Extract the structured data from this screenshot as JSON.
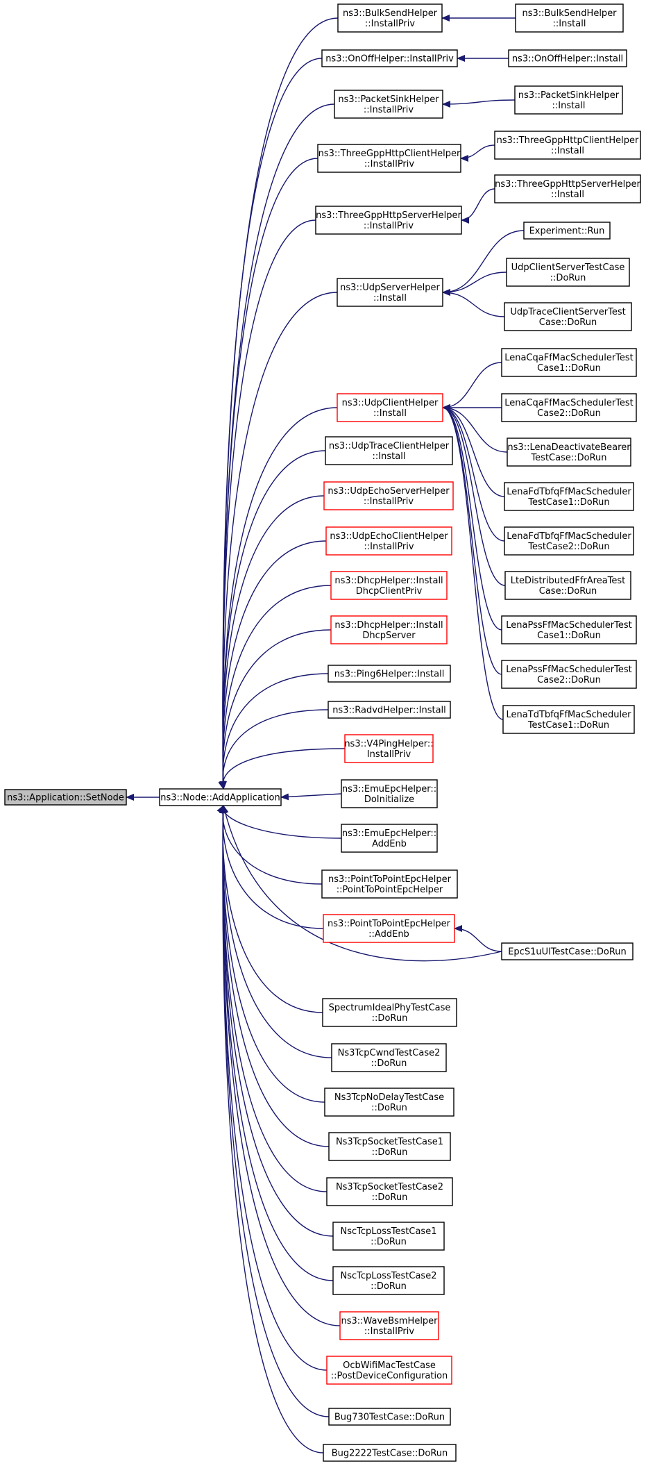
{
  "colors": {
    "edge": "#191970",
    "border_normal": "#000000",
    "border_truncated": "#ff0000",
    "focus_fill": "#bfbfbf",
    "fill": "#ffffff"
  },
  "graph": {
    "type": "call-graph",
    "direction": "right-to-left caller graph",
    "nodes": [
      {
        "id": "setnode",
        "lines": [
          "ns3::Application::SetNode"
        ],
        "focus": true
      },
      {
        "id": "addapp",
        "lines": [
          "ns3::Node::AddApplication"
        ]
      },
      {
        "id": "bulkpriv",
        "lines": [
          "ns3::BulkSendHelper",
          "::InstallPriv"
        ]
      },
      {
        "id": "bulkinst",
        "lines": [
          "ns3::BulkSendHelper",
          "::Install"
        ]
      },
      {
        "id": "onoffpriv",
        "lines": [
          "ns3::OnOffHelper::InstallPriv"
        ]
      },
      {
        "id": "onoffinst",
        "lines": [
          "ns3::OnOffHelper::Install"
        ]
      },
      {
        "id": "sinkpriv",
        "lines": [
          "ns3::PacketSinkHelper",
          "::InstallPriv"
        ]
      },
      {
        "id": "sinkinst",
        "lines": [
          "ns3::PacketSinkHelper",
          "::Install"
        ]
      },
      {
        "id": "httpclpriv",
        "lines": [
          "ns3::ThreeGppHttpClientHelper",
          "::InstallPriv"
        ]
      },
      {
        "id": "httpclinst",
        "lines": [
          "ns3::ThreeGppHttpClientHelper",
          "::Install"
        ]
      },
      {
        "id": "httpsvpriv",
        "lines": [
          "ns3::ThreeGppHttpServerHelper",
          "::InstallPriv"
        ]
      },
      {
        "id": "httpsvinst",
        "lines": [
          "ns3::ThreeGppHttpServerHelper",
          "::Install"
        ]
      },
      {
        "id": "udpserv",
        "lines": [
          "ns3::UdpServerHelper",
          "::Install"
        ]
      },
      {
        "id": "exprun",
        "lines": [
          "Experiment::Run"
        ]
      },
      {
        "id": "udpcstest",
        "lines": [
          "UdpClientServerTestCase",
          "::DoRun"
        ]
      },
      {
        "id": "udptracecs",
        "lines": [
          "UdpTraceClientServerTest",
          "Case::DoRun"
        ]
      },
      {
        "id": "udpclient",
        "lines": [
          "ns3::UdpClientHelper",
          "::Install"
        ],
        "truncated": true
      },
      {
        "id": "cqa1",
        "lines": [
          "LenaCqaFfMacSchedulerTest",
          "Case1::DoRun"
        ]
      },
      {
        "id": "cqa2",
        "lines": [
          "LenaCqaFfMacSchedulerTest",
          "Case2::DoRun"
        ]
      },
      {
        "id": "deact",
        "lines": [
          "ns3::LenaDeactivateBearer",
          "TestCase::DoRun"
        ]
      },
      {
        "id": "fdtbfq1",
        "lines": [
          "LenaFdTbfqFfMacScheduler",
          "TestCase1::DoRun"
        ]
      },
      {
        "id": "fdtbfq2",
        "lines": [
          "LenaFdTbfqFfMacScheduler",
          "TestCase2::DoRun"
        ]
      },
      {
        "id": "ffrarea",
        "lines": [
          "LteDistributedFfrAreaTest",
          "Case::DoRun"
        ]
      },
      {
        "id": "pss1",
        "lines": [
          "LenaPssFfMacSchedulerTest",
          "Case1::DoRun"
        ]
      },
      {
        "id": "pss2",
        "lines": [
          "LenaPssFfMacSchedulerTest",
          "Case2::DoRun"
        ]
      },
      {
        "id": "tdtbfq1",
        "lines": [
          "LenaTdTbfqFfMacScheduler",
          "TestCase1::DoRun"
        ]
      },
      {
        "id": "udptrace",
        "lines": [
          "ns3::UdpTraceClientHelper",
          "::Install"
        ]
      },
      {
        "id": "echoserv",
        "lines": [
          "ns3::UdpEchoServerHelper",
          "::InstallPriv"
        ],
        "truncated": true
      },
      {
        "id": "echocli",
        "lines": [
          "ns3::UdpEchoClientHelper",
          "::InstallPriv"
        ],
        "truncated": true
      },
      {
        "id": "dhcpcli",
        "lines": [
          "ns3::DhcpHelper::Install",
          "DhcpClientPriv"
        ],
        "truncated": true
      },
      {
        "id": "dhcpsrv",
        "lines": [
          "ns3::DhcpHelper::Install",
          "DhcpServer"
        ],
        "truncated": true
      },
      {
        "id": "ping6",
        "lines": [
          "ns3::Ping6Helper::Install"
        ]
      },
      {
        "id": "radvd",
        "lines": [
          "ns3::RadvdHelper::Install"
        ]
      },
      {
        "id": "v4ping",
        "lines": [
          "ns3::V4PingHelper::",
          "InstallPriv"
        ],
        "truncated": true
      },
      {
        "id": "emuinit",
        "lines": [
          "ns3::EmuEpcHelper::",
          "DoInitialize"
        ]
      },
      {
        "id": "emuenb",
        "lines": [
          "ns3::EmuEpcHelper::",
          "AddEnb"
        ]
      },
      {
        "id": "p2pctor",
        "lines": [
          "ns3::PointToPointEpcHelper",
          "::PointToPointEpcHelper"
        ]
      },
      {
        "id": "p2penb",
        "lines": [
          "ns3::PointToPointEpcHelper",
          "::AddEnb"
        ],
        "truncated": true
      },
      {
        "id": "epcs1u",
        "lines": [
          "EpcS1uUlTestCase::DoRun"
        ]
      },
      {
        "id": "specideal",
        "lines": [
          "SpectrumIdealPhyTestCase",
          "::DoRun"
        ]
      },
      {
        "id": "cwnd2",
        "lines": [
          "Ns3TcpCwndTestCase2",
          "::DoRun"
        ]
      },
      {
        "id": "nodelay",
        "lines": [
          "Ns3TcpNoDelayTestCase",
          "::DoRun"
        ]
      },
      {
        "id": "sock1",
        "lines": [
          "Ns3TcpSocketTestCase1",
          "::DoRun"
        ]
      },
      {
        "id": "sock2",
        "lines": [
          "Ns3TcpSocketTestCase2",
          "::DoRun"
        ]
      },
      {
        "id": "nsc1",
        "lines": [
          "NscTcpLossTestCase1",
          "::DoRun"
        ]
      },
      {
        "id": "nsc2",
        "lines": [
          "NscTcpLossTestCase2",
          "::DoRun"
        ]
      },
      {
        "id": "wavebsm",
        "lines": [
          "ns3::WaveBsmHelper",
          "::InstallPriv"
        ],
        "truncated": true
      },
      {
        "id": "ocb",
        "lines": [
          "OcbWifiMacTestCase",
          "::PostDeviceConfiguration"
        ],
        "truncated": true
      },
      {
        "id": "bug730",
        "lines": [
          "Bug730TestCase::DoRun"
        ]
      },
      {
        "id": "bug2222",
        "lines": [
          "Bug2222TestCase::DoRun"
        ]
      }
    ],
    "edges": [
      [
        "addapp",
        "setnode"
      ],
      [
        "bulkpriv",
        "addapp"
      ],
      [
        "onoffpriv",
        "addapp"
      ],
      [
        "sinkpriv",
        "addapp"
      ],
      [
        "httpclpriv",
        "addapp"
      ],
      [
        "httpsvpriv",
        "addapp"
      ],
      [
        "udpserv",
        "addapp"
      ],
      [
        "udpclient",
        "addapp"
      ],
      [
        "udptrace",
        "addapp"
      ],
      [
        "echoserv",
        "addapp"
      ],
      [
        "echocli",
        "addapp"
      ],
      [
        "dhcpcli",
        "addapp"
      ],
      [
        "dhcpsrv",
        "addapp"
      ],
      [
        "ping6",
        "addapp"
      ],
      [
        "radvd",
        "addapp"
      ],
      [
        "v4ping",
        "addapp"
      ],
      [
        "emuinit",
        "addapp"
      ],
      [
        "emuenb",
        "addapp"
      ],
      [
        "p2pctor",
        "addapp"
      ],
      [
        "p2penb",
        "addapp"
      ],
      [
        "epcs1u",
        "addapp"
      ],
      [
        "specideal",
        "addapp"
      ],
      [
        "cwnd2",
        "addapp"
      ],
      [
        "nodelay",
        "addapp"
      ],
      [
        "sock1",
        "addapp"
      ],
      [
        "sock2",
        "addapp"
      ],
      [
        "nsc1",
        "addapp"
      ],
      [
        "nsc2",
        "addapp"
      ],
      [
        "wavebsm",
        "addapp"
      ],
      [
        "ocb",
        "addapp"
      ],
      [
        "bug730",
        "addapp"
      ],
      [
        "bug2222",
        "addapp"
      ],
      [
        "bulkinst",
        "bulkpriv"
      ],
      [
        "onoffinst",
        "onoffpriv"
      ],
      [
        "sinkinst",
        "sinkpriv"
      ],
      [
        "httpclinst",
        "httpclpriv"
      ],
      [
        "httpsvinst",
        "httpsvpriv"
      ],
      [
        "exprun",
        "udpserv"
      ],
      [
        "udpcstest",
        "udpserv"
      ],
      [
        "udptracecs",
        "udpserv"
      ],
      [
        "cqa1",
        "udpclient"
      ],
      [
        "cqa2",
        "udpclient"
      ],
      [
        "deact",
        "udpclient"
      ],
      [
        "fdtbfq1",
        "udpclient"
      ],
      [
        "fdtbfq2",
        "udpclient"
      ],
      [
        "ffrarea",
        "udpclient"
      ],
      [
        "pss1",
        "udpclient"
      ],
      [
        "pss2",
        "udpclient"
      ],
      [
        "tdtbfq1",
        "udpclient"
      ],
      [
        "epcs1u",
        "p2penb"
      ]
    ]
  }
}
